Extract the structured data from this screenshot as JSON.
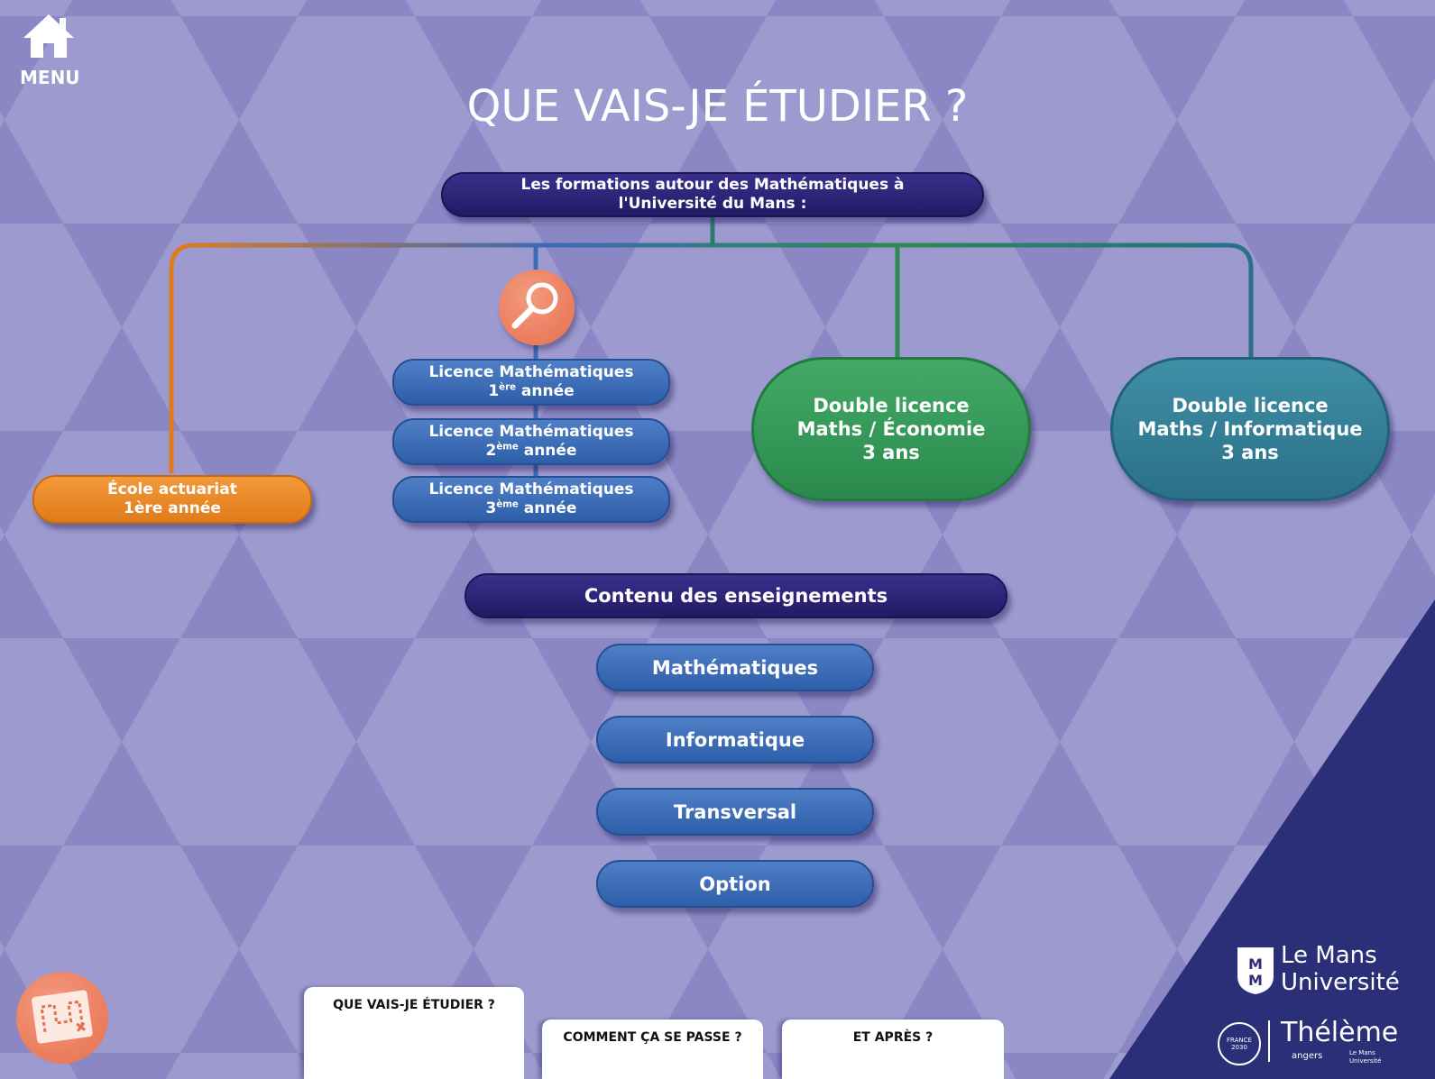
{
  "menu": {
    "label": "MENU"
  },
  "title": "QUE VAIS-JE ÉTUDIER ?",
  "header_box": {
    "line1": "Les formations autour des Mathématiques à",
    "line2": "l'Université du Mans :"
  },
  "formations": {
    "ecole": {
      "line1": "École actuariat",
      "line2": "1ère année"
    },
    "licence1": {
      "line1": "Licence Mathématiques",
      "num": "1",
      "sup": "ère",
      "year": "année"
    },
    "licence2": {
      "line1": "Licence Mathématiques",
      "num": "2",
      "sup": "ème",
      "year": "année"
    },
    "licence3": {
      "line1": "Licence Mathématiques",
      "num": "3",
      "sup": "ème",
      "year": "année"
    },
    "double_eco": {
      "line1": "Double licence",
      "line2": "Maths / Économie",
      "line3": "3 ans"
    },
    "double_info": {
      "line1": "Double licence",
      "line2": "Maths / Informatique",
      "line3": "3 ans"
    }
  },
  "contenu": {
    "title": "Contenu des enseignements",
    "items": [
      "Mathématiques",
      "Informatique",
      "Transversal",
      "Option"
    ]
  },
  "tabs": [
    "QUE VAIS-JE ÉTUDIER ?",
    "COMMENT ÇA SE PASSE ?",
    "ET APRÈS ?"
  ],
  "brand": {
    "univ_line1": "Le Mans",
    "univ_line2": "Université",
    "theleme": "Thélème",
    "france2030": "FRANCE 2030",
    "angers": "angers",
    "lemans_small1": "Le Mans",
    "lemans_small2": "Université"
  },
  "colors": {
    "orange": "#e9841f",
    "blue": "#3b6bb6",
    "navy": "#2a207a",
    "green": "#339a57",
    "teal": "#2f7b92",
    "corner": "#2b2f78"
  },
  "icons": [
    "home-icon",
    "magnifier-icon",
    "map-route-icon"
  ]
}
